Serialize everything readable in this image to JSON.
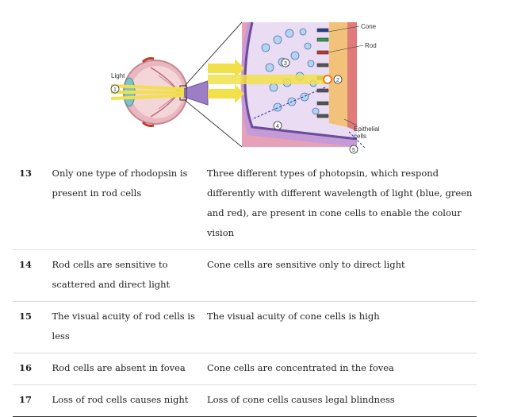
{
  "figure": {
    "labels": {
      "light": "Light",
      "cone": "Cone",
      "rod": "Rod",
      "epithelial_line1": "Epithelial",
      "epithelial_line2": "cells"
    },
    "markers": [
      "1",
      "2",
      "3",
      "4",
      "5"
    ]
  },
  "table": {
    "rows": [
      {
        "num": "13",
        "rod": "Only one type of rhodopsin is present in rod cells",
        "cone": "Three different types of photopsin, which respond differently with different wavelength of light (blue, green and red), are present in cone cells to enable the colour vision"
      },
      {
        "num": "14",
        "rod": "Rod cells are sensitive to scattered and direct light",
        "cone": "Cone cells are sensitive only to direct light"
      },
      {
        "num": "15",
        "rod": "The visual acuity of rod cells is less",
        "cone": "The visual acuity of cone cells is high"
      },
      {
        "num": "16",
        "rod": "Rod cells are absent in fovea",
        "cone": "Cone cells are concentrated in the fovea"
      },
      {
        "num": "17",
        "rod": "Loss of rod cells causes night",
        "cone": "Loss of cone cells causes legal blindness"
      }
    ]
  }
}
